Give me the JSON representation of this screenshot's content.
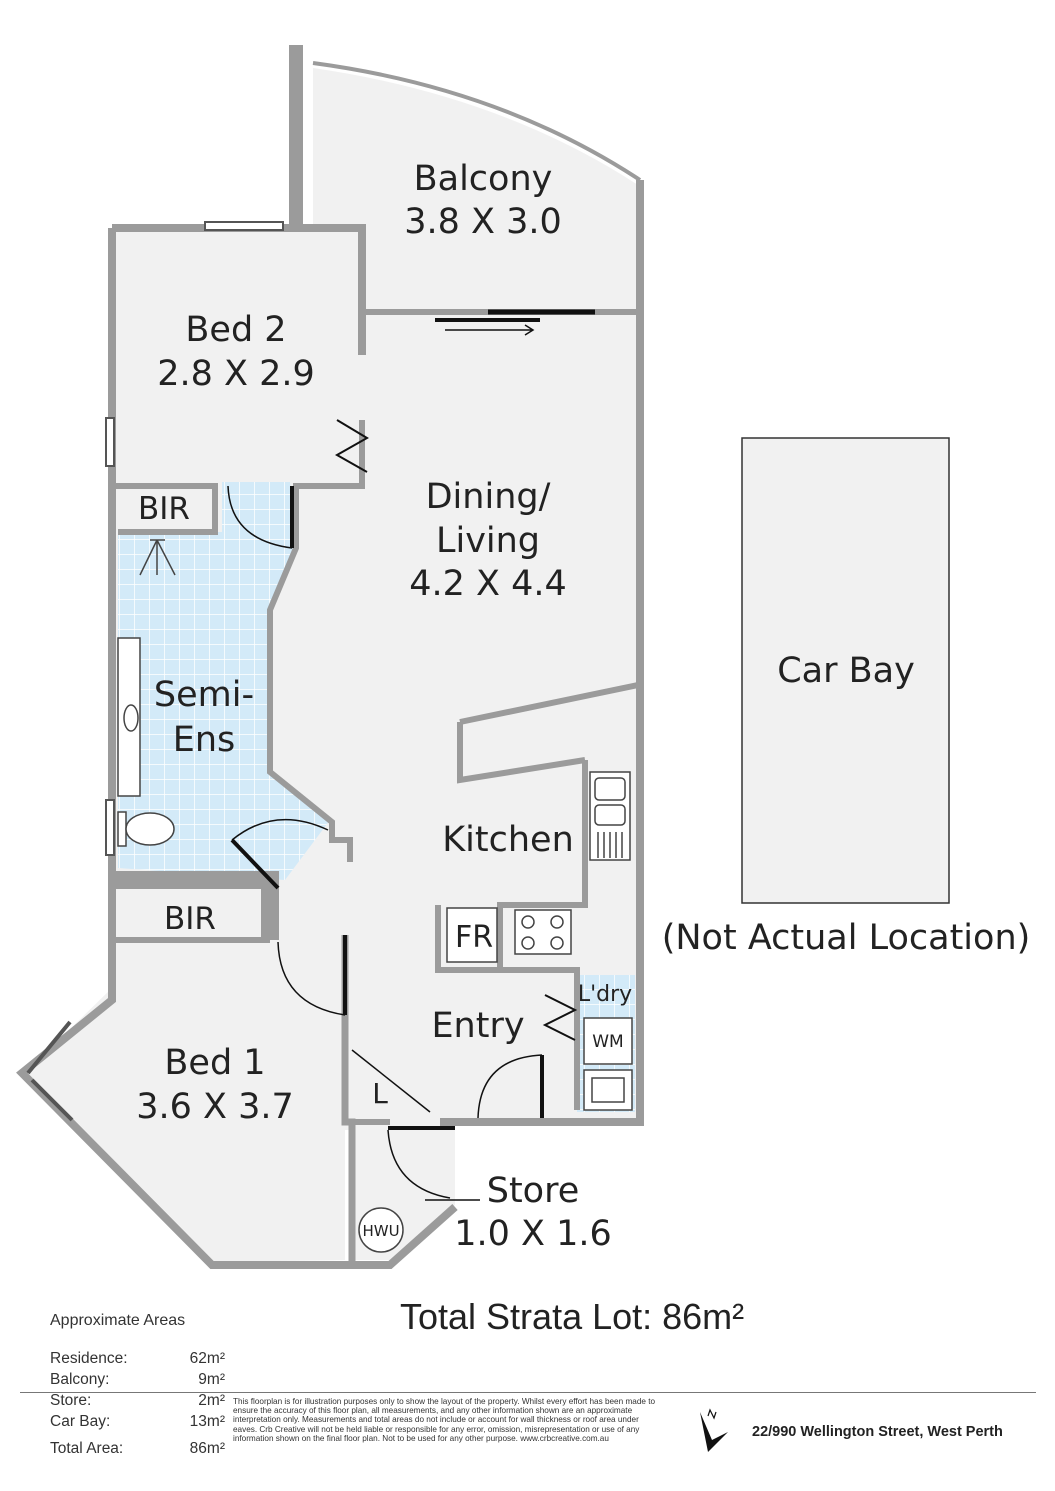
{
  "rooms": {
    "balcony": {
      "name": "Balcony",
      "size": "3.8 X 3.0"
    },
    "bed2": {
      "name": "Bed 2",
      "size": "2.8 X 2.9"
    },
    "bir_top": "BIR",
    "dining": {
      "line1": "Dining/",
      "line2": "Living",
      "size": "4.2 X 4.4"
    },
    "semi_ens": {
      "line1": "Semi-",
      "line2": "Ens"
    },
    "kitchen": "Kitchen",
    "fridge": "FR",
    "bir_bottom": "BIR",
    "entry": "Entry",
    "laundry": "L'dry",
    "wm": "WM",
    "linen": "L",
    "bed1": {
      "name": "Bed 1",
      "size": "3.6 X 3.7"
    },
    "store": {
      "name": "Store",
      "size": "1.0 X 1.6"
    },
    "hwu": "HWU",
    "car_bay": "Car Bay",
    "car_note": "(Not Actual Location)"
  },
  "areas": {
    "title": "Approximate Areas",
    "rows": [
      {
        "label": "Residence:",
        "value": "62m²"
      },
      {
        "label": "Balcony:",
        "value": "9m²"
      },
      {
        "label": "Store:",
        "value": "2m²"
      },
      {
        "label": "Car Bay:",
        "value": "13m²"
      }
    ],
    "total": {
      "label": "Total Area:",
      "value": "86m²"
    }
  },
  "total_lot": "Total Strata Lot: 86m²",
  "disclaimer": "This floorplan is for illustration purposes only to show the layout of the property. Whilst every effort has been made to ensure the accuracy of this floor plan, all measurements, and any other information shown are an approximate interpretation only. Measurements and total areas do not include or account for wall thickness or roof area under eaves. Crb Creative will not be held liable or responsible for any error, omission, misrepresentation or use of any information shown on the final floor plan. Not to be used for any other purpose. www.crbcreative.com.au",
  "address": "22/990 Wellington Street, West Perth",
  "colors": {
    "floor": "#f1f1f1",
    "wall": "#9a9a9a",
    "tile": "#d6ecf8",
    "tile_line": "#ffffff",
    "text": "#222222"
  }
}
